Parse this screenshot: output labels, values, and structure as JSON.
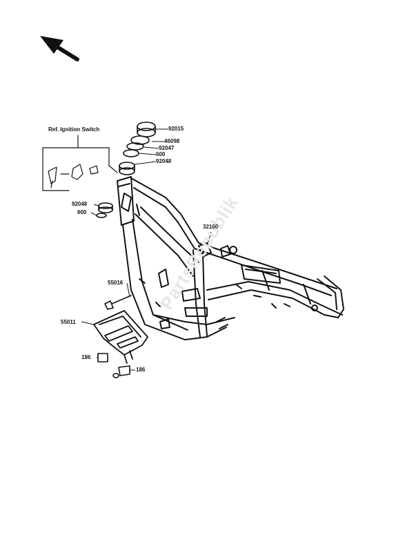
{
  "ref_label": "Ref. Ignition Switch",
  "watermark": "PartsRepublik",
  "part_numbers": {
    "p92015": "92015",
    "p46098": "46098",
    "p92047": "92047",
    "p600_top": "600",
    "p92048_top": "92048",
    "p92048_left": "92048",
    "p600_left": "600",
    "p32160": "32160",
    "p55016": "55016",
    "p55011": "55011",
    "p186_left": "186",
    "p186_right": "186"
  },
  "colors": {
    "line": "#111111",
    "background": "#ffffff",
    "watermark": "#e6e6e6"
  }
}
